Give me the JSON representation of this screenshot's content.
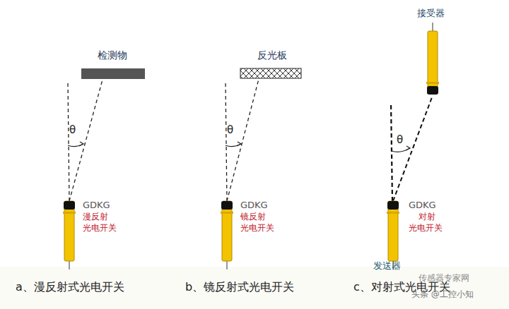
{
  "diagram": {
    "labels": [
      "检测物",
      "反光板",
      "接受器",
      "θ",
      "θ",
      "θ",
      "GDKG",
      "漫反射",
      "光电开关",
      "GDKG",
      "镜反射",
      "光电开关",
      "GDKG",
      "对射",
      "光电开关",
      "发送器",
      "a、漫反射式光电开关",
      "b、镜反射式光电开关",
      "c、对射式光电开关",
      "传感器专家网",
      "头条 @工控小知"
    ]
  }
}
